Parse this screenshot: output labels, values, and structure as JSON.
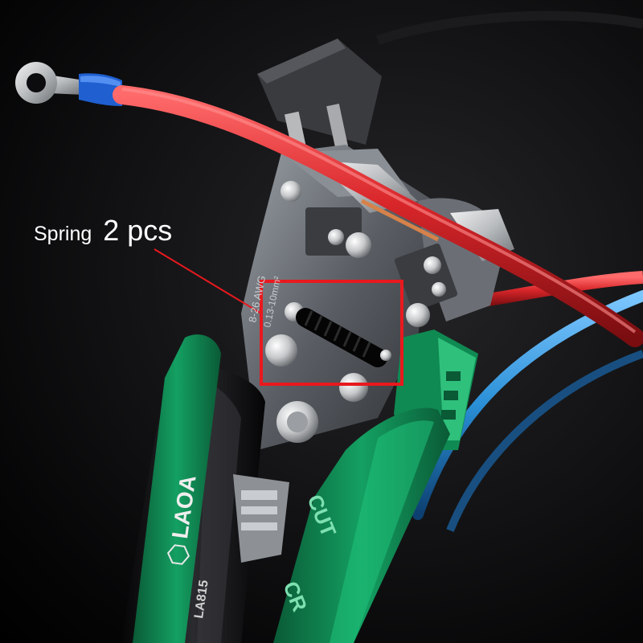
{
  "callout": {
    "label": "Spring",
    "quantity": "2 pcs",
    "highlight_color": "#e8191e"
  },
  "tool_markings": {
    "brand": "LAOA",
    "model": "LA815",
    "gauge": "8-26 AWG",
    "cross_section": "0.13-10mm²",
    "handle_cut": "CUT",
    "handle_crimp": "CR"
  },
  "colors": {
    "handle_green": "#0f8a52",
    "wire_red": "#d8262a",
    "wire_blue": "#2a8fd6",
    "terminal_blue": "#1f5fd0",
    "body_grey": "#5a5e64"
  },
  "icons": {
    "brand_logo": "laoa-hexagon-logo"
  }
}
